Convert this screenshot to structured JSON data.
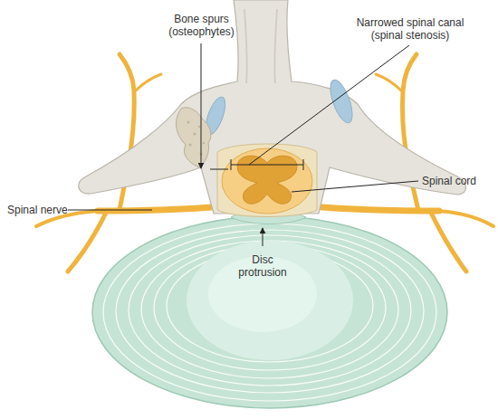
{
  "diagram": {
    "labels": [
      "Bone spurs (osteophytes)",
      "Narrowed spinal canal (spinal stenosis)",
      "Spinal cord",
      "Spinal nerve",
      "Disc protrusion"
    ]
  }
}
